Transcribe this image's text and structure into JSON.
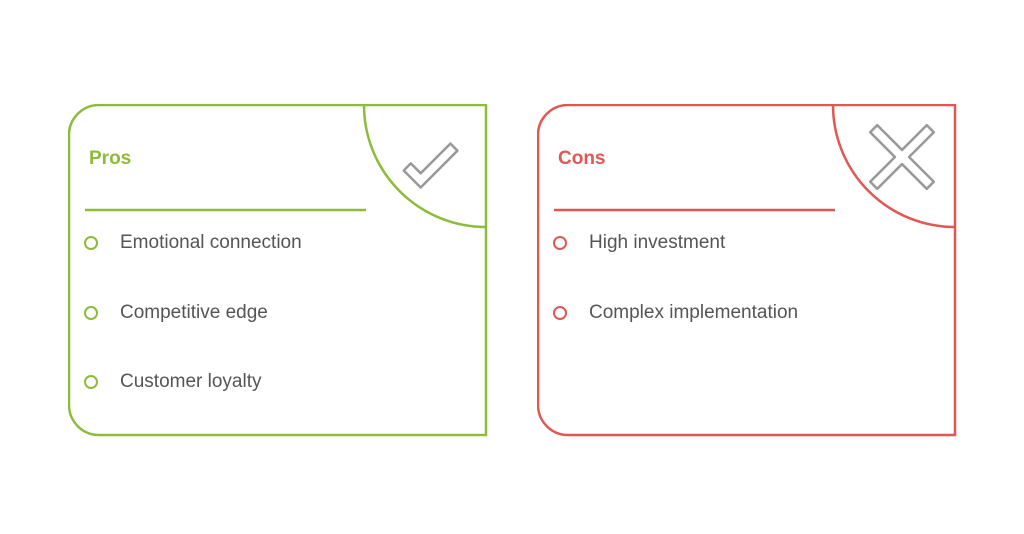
{
  "colors": {
    "pros": "#8dbb3a",
    "cons": "#e05753",
    "icon": "#999999"
  },
  "pros": {
    "title": "Pros",
    "icon": "check-icon",
    "items": [
      "Emotional connection",
      "Competitive edge",
      "Customer loyalty"
    ]
  },
  "cons": {
    "title": "Cons",
    "icon": "x-icon",
    "items": [
      "High investment",
      "Complex implementation"
    ]
  }
}
